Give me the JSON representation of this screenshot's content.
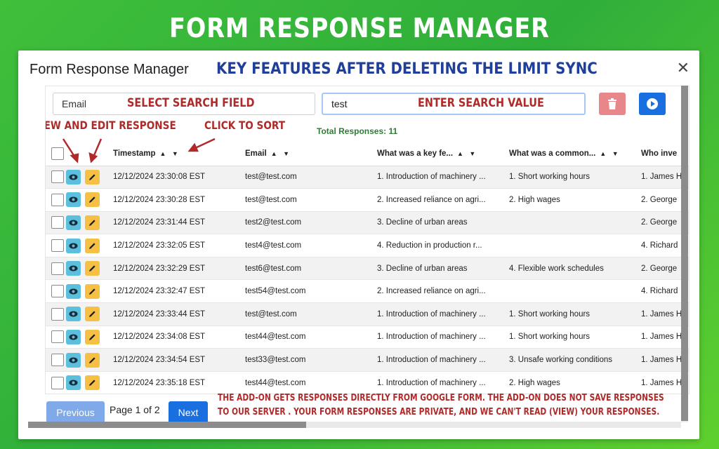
{
  "banner": {
    "title": "FORM RESPONSE MANAGER"
  },
  "dialog": {
    "title": "Form Response Manager",
    "close": "✕",
    "overlay_key_features": "KEY FEATURES AFTER DELETING THE LIMIT SYNC"
  },
  "search": {
    "field_value": "Email",
    "search_value": "test",
    "overlay_select": "SELECT SEARCH FIELD",
    "overlay_enter": "ENTER SEARCH VALUE"
  },
  "overlays": {
    "view_edit": "VIEW AND EDIT RESPONSE",
    "click_sort": "CLICK TO SORT",
    "note_line1": "THE ADD-ON GETS RESPONSES DIRECTLY FROM GOOGLE FORM. THE ADD-ON DOES NOT SAVE RESPONSES",
    "note_line2": "TO OUR SERVER .  YOUR FORM RESPONSES ARE PRIVATE, AND WE CAN'T READ (VIEW) YOUR RESPONSES."
  },
  "total_responses": "Total Responses: 11",
  "table": {
    "headers": [
      "Timestamp",
      "Email",
      "What was a key fe...",
      "What was a common...",
      "Who inve"
    ],
    "sort_glyph": "▲ ▼",
    "rows": [
      [
        "12/12/2024 23:30:08 EST",
        "test@test.com",
        "1. Introduction of machinery ...",
        "1. Short working hours",
        "1. James H"
      ],
      [
        "12/12/2024 23:30:28 EST",
        "test@test.com",
        "2. Increased reliance on agri...",
        "2. High wages",
        "2. George"
      ],
      [
        "12/12/2024 23:31:44 EST",
        "test2@test.com",
        "3. Decline of urban areas",
        "",
        "2. George"
      ],
      [
        "12/12/2024 23:32:05 EST",
        "test4@test.com",
        "4. Reduction in production r...",
        "",
        "4. Richard"
      ],
      [
        "12/12/2024 23:32:29 EST",
        "test6@test.com",
        "3. Decline of urban areas",
        "4. Flexible work schedules",
        "2. George"
      ],
      [
        "12/12/2024 23:32:47 EST",
        "test54@test.com",
        "2. Increased reliance on agri...",
        "",
        "4. Richard"
      ],
      [
        "12/12/2024 23:33:44 EST",
        "test@test.com",
        "1. Introduction of machinery ...",
        "1. Short working hours",
        "1. James H"
      ],
      [
        "12/12/2024 23:34:08 EST",
        "test44@test.com",
        "1. Introduction of machinery ...",
        "1. Short working hours",
        "1. James H"
      ],
      [
        "12/12/2024 23:34:54 EST",
        "test33@test.com",
        "1. Introduction of machinery ...",
        "3. Unsafe working conditions",
        "1. James H"
      ],
      [
        "12/12/2024 23:35:18 EST",
        "test44@test.com",
        "1. Introduction of machinery ...",
        "2. High wages",
        "1. James H"
      ]
    ]
  },
  "pagination": {
    "previous": "Previous",
    "page_label": "Page 1 of 2",
    "next": "Next"
  },
  "colors": {
    "eye_button": "#5bc0de",
    "edit_button": "#f5c043",
    "delete_button": "#e8878a",
    "primary": "#1a6fe0",
    "annotation_red": "#b02a2a",
    "annotation_blue": "#1f3f9a"
  },
  "icons": {
    "view": "eye-icon",
    "edit": "pencil-icon",
    "delete": "trash-icon",
    "run": "play-circle-icon",
    "close": "close-icon"
  }
}
